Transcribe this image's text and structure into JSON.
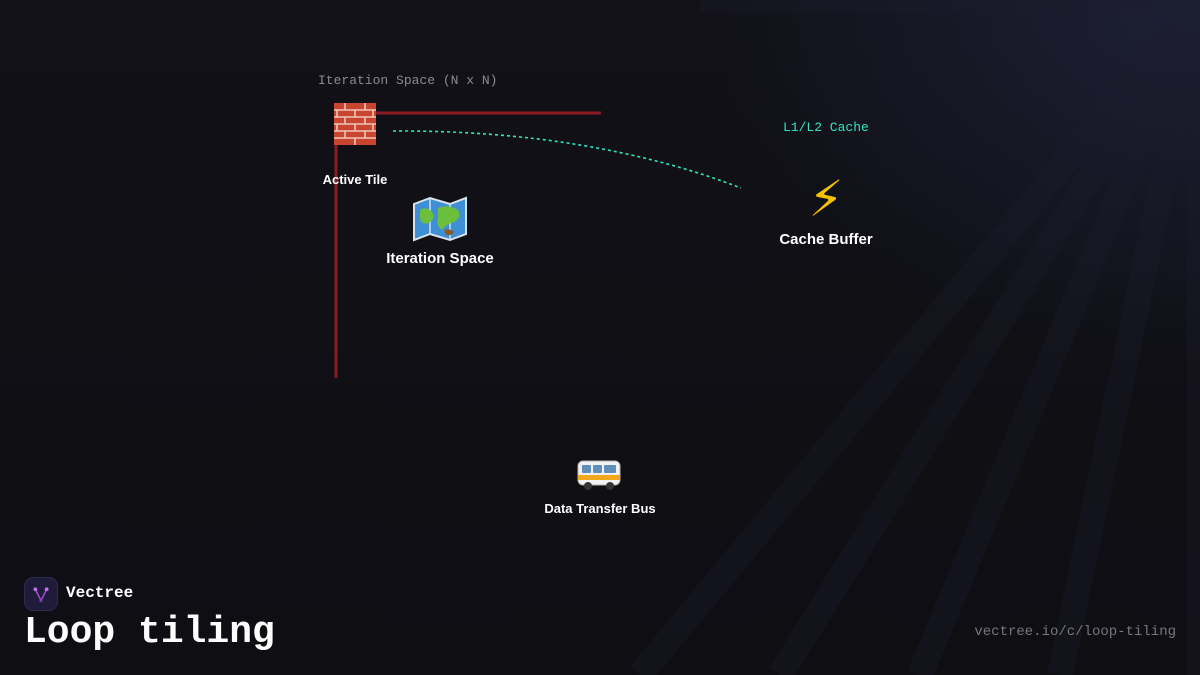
{
  "diagram": {
    "space_caption": "Iteration Space (N x N)",
    "cache_caption": "L1/L2 Cache",
    "nodes": {
      "active_tile": {
        "label": "Active Tile",
        "icon": "brick-icon"
      },
      "iteration_space": {
        "label": "Iteration Space",
        "icon": "world-map-icon"
      },
      "cache_buffer": {
        "label": "Cache Buffer",
        "icon": "lightning-bolt-icon"
      },
      "data_bus": {
        "label": "Data Transfer Bus",
        "icon": "bus-icon"
      }
    },
    "colors": {
      "axis_line": "#8b1c24",
      "cache_link": "#2fe6c2",
      "background": "#0f0f14"
    }
  },
  "footer": {
    "brand": "Vectree",
    "title": "Loop tiling",
    "url": "vectree.io/c/loop-tiling"
  }
}
